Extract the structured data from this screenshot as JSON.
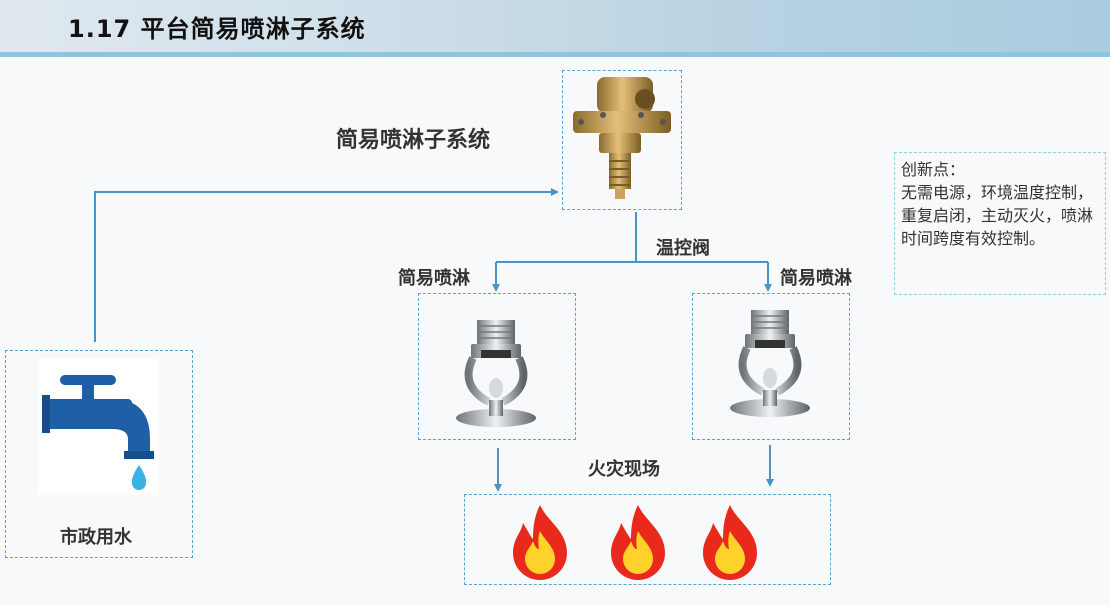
{
  "header": {
    "title": "1.17   平台简易喷淋子系统"
  },
  "diagram": {
    "system_label": "简易喷淋子系统",
    "valve_label": "温控阀",
    "sprinkler_left_label": "简易喷淋",
    "sprinkler_right_label": "简易喷淋",
    "water_label": "市政用水",
    "fire_label": "火灾现场"
  },
  "note": {
    "heading": "创新点：",
    "body": "无需电源，环境温度控制，重复启闭，主动灭火，喷淋时间跨度有效控制。"
  },
  "colors": {
    "line": "#4a95c6",
    "frame": "#5aa5cf",
    "faucet": "#1f5fa8",
    "flame_outer": "#e8291c",
    "flame_inner": "#ffd22b"
  },
  "icons": [
    "valve-icon",
    "sprinkler-icon",
    "faucet-icon",
    "flame-icon"
  ]
}
